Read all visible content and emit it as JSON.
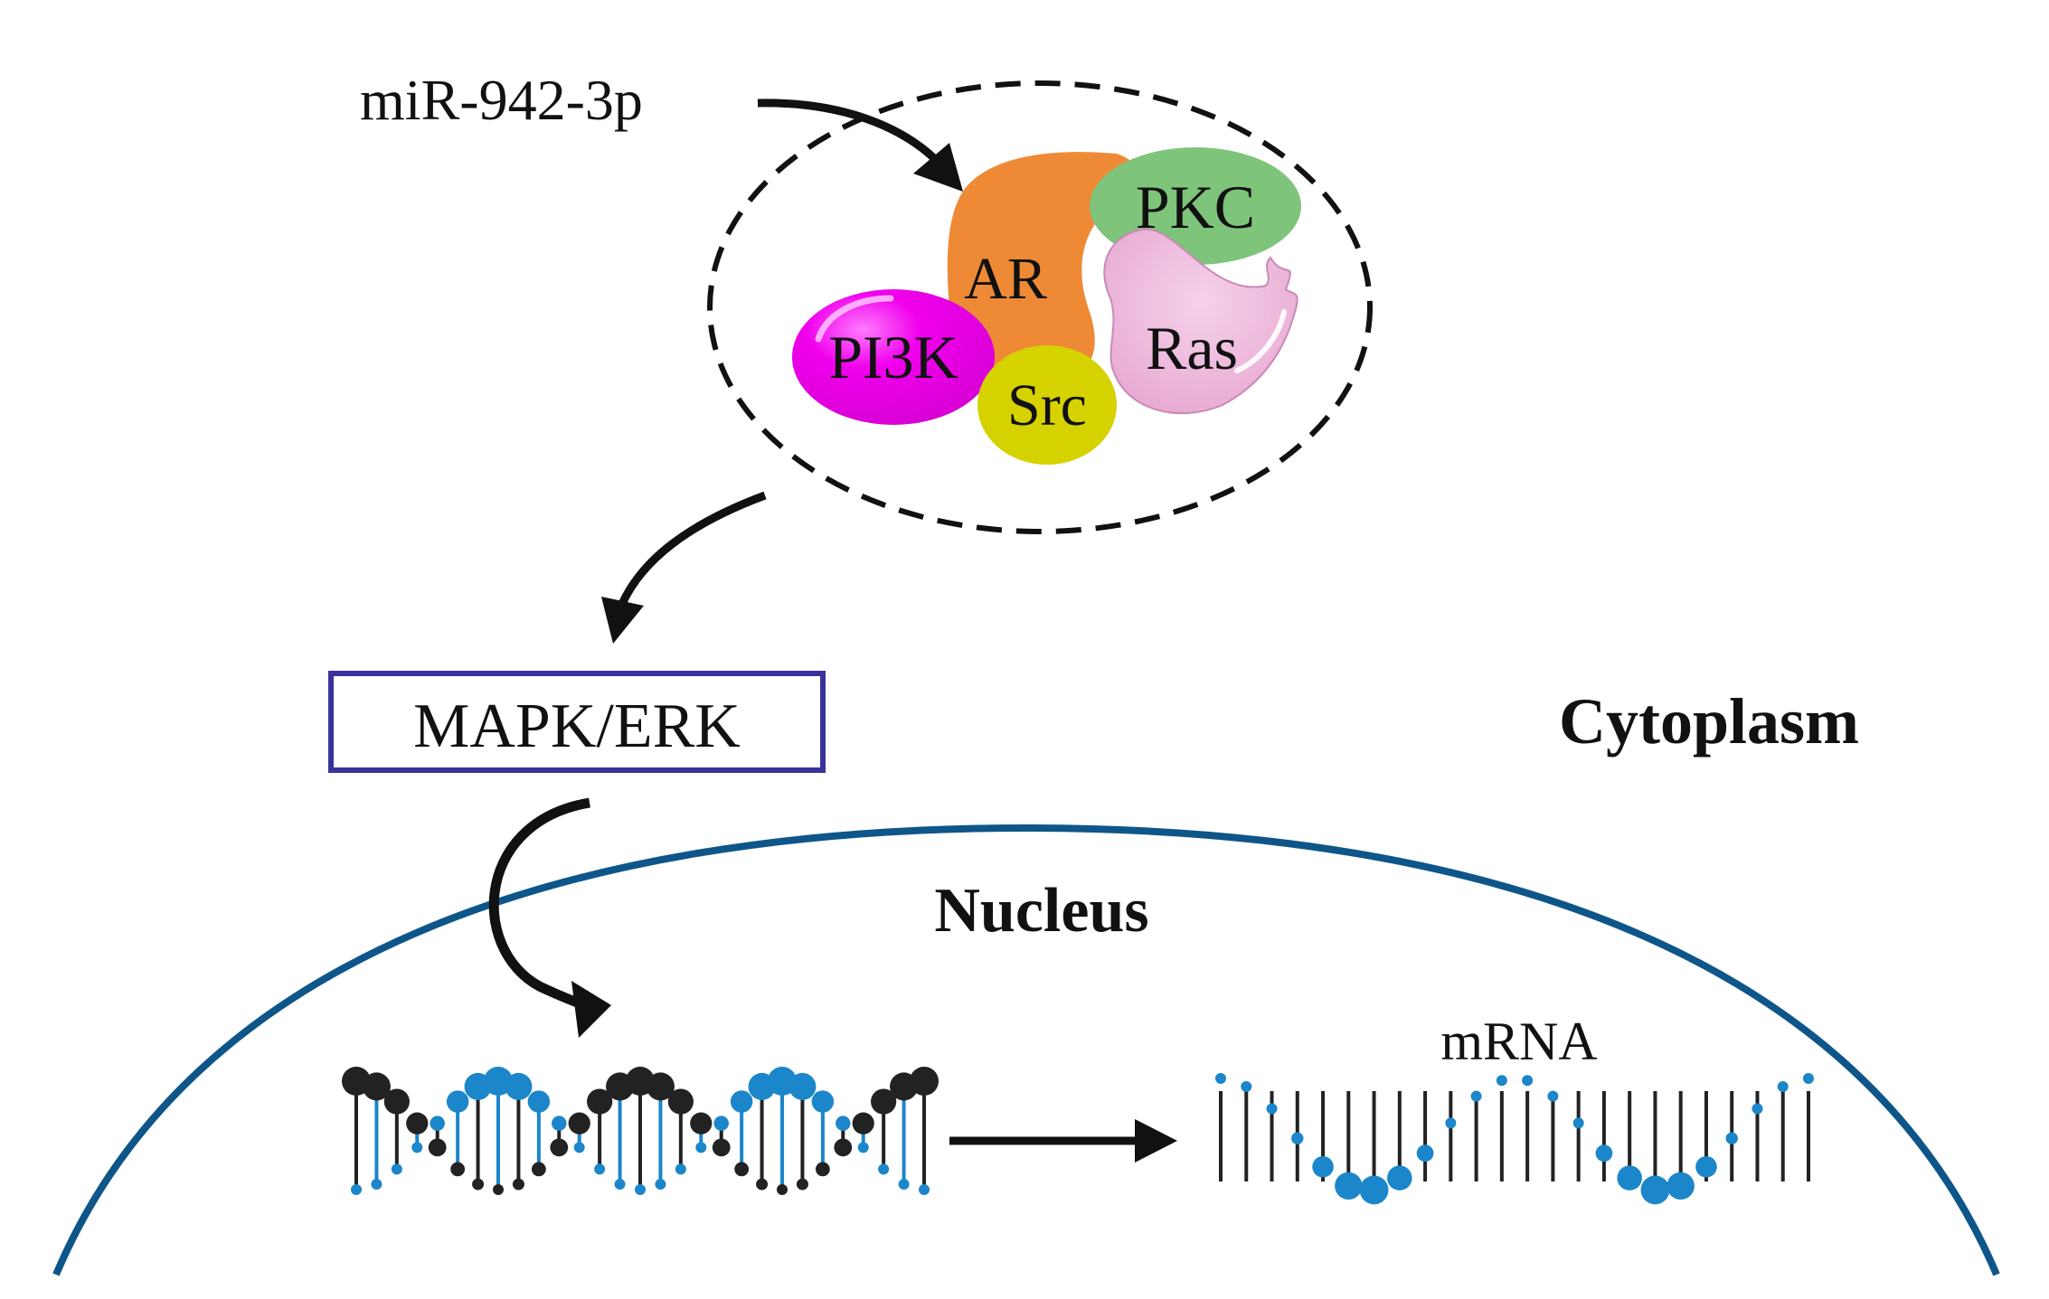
{
  "mirna_label": "miR-942-3p",
  "complex": {
    "ar_label": "AR",
    "pkc_label": "PKC",
    "pi3k_label": "PI3K",
    "src_label": "Src",
    "ras_label": "Ras"
  },
  "pathway_label": "MAPK/ERK",
  "cytoplasm_label": "Cytoplasm",
  "nucleus_label": "Nucleus",
  "mrna_label": "mRNA",
  "colors": {
    "ar": "#ee8a36",
    "pkc": "#7fc47b",
    "pi3k": "#e800e4",
    "src": "#d6d200",
    "ras": "#ecb5d8",
    "nucleus_membrane": "#0e5689",
    "pathway_box_border": "#3a329c",
    "dna_blue": "#1b86c9",
    "dna_black": "#222222"
  }
}
